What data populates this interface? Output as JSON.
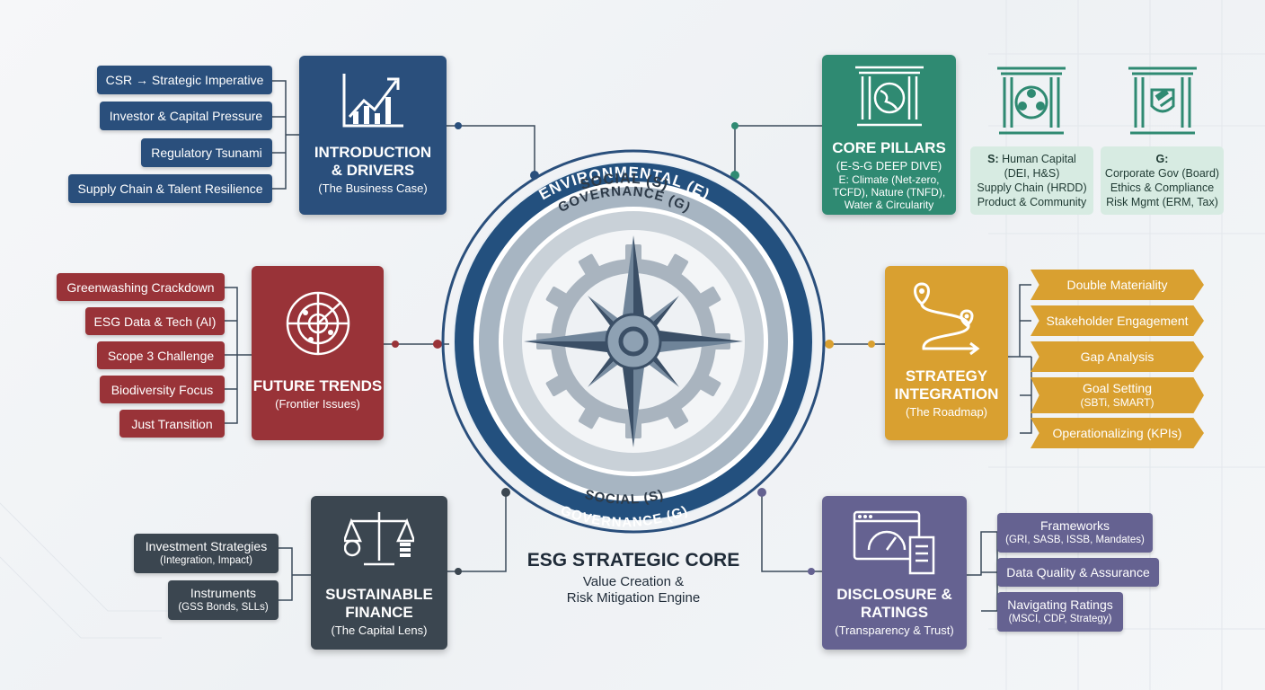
{
  "center": {
    "rings": [
      "ENVIRONMENTAL (E)",
      "SOCIAL (S)",
      "GOVERNANCE (G)",
      "SOCIAL (S)",
      "GOVERNANCE (G)"
    ],
    "title": "ESG STRATEGIC CORE",
    "subtitle_line1": "Value Creation &",
    "subtitle_line2": "Risk Mitigation Engine"
  },
  "intro": {
    "title": "INTRODUCTION\n& DRIVERS",
    "sub": "(The Business Case)",
    "icon": "growth-chart-icon",
    "items": [
      "CSR → Strategic Imperative",
      "Investor & Capital Pressure",
      "Regulatory Tsunami",
      "Supply Chain & Talent Resilience"
    ]
  },
  "trends": {
    "title": "FUTURE TRENDS",
    "sub": "(Frontier Issues)",
    "icon": "radar-icon",
    "items": [
      "Greenwashing Crackdown",
      "ESG Data & Tech (AI)",
      "Scope 3 Challenge",
      "Biodiversity Focus",
      "Just Transition"
    ]
  },
  "finance": {
    "title": "SUSTAINABLE\nFINANCE",
    "sub": "(The Capital Lens)",
    "icon": "balance-scale-icon",
    "items": [
      {
        "main": "Investment Strategies",
        "small": "(Integration, Impact)"
      },
      {
        "main": "Instruments",
        "small": "(GSS Bonds, SLLs)"
      }
    ]
  },
  "pillars": {
    "title": "CORE PILLARS",
    "sub": "(E-S-G DEEP DIVE)",
    "detail": "E: Climate (Net-zero,\nTCFD), Nature (TNFD),\nWater & Circularity",
    "icon": "globe-pillar-icon",
    "social": {
      "label": "S:",
      "text": "Human Capital\n(DEI, H&S)\nSupply Chain (HRDD)\nProduct & Community",
      "icon": "people-pillar-icon"
    },
    "gov": {
      "label": "G:",
      "text": "Corporate Gov (Board)\nEthics & Compliance\nRisk Mgmt (ERM, Tax)",
      "icon": "gavel-pillar-icon"
    }
  },
  "strategy": {
    "title": "STRATEGY\nINTEGRATION",
    "sub": "(The Roadmap)",
    "icon": "roadmap-icon",
    "items": [
      {
        "main": "Double Materiality",
        "small": ""
      },
      {
        "main": "Stakeholder Engagement",
        "small": ""
      },
      {
        "main": "Gap Analysis",
        "small": ""
      },
      {
        "main": "Goal Setting",
        "small": "(SBTi, SMART)"
      },
      {
        "main": "Operationalizing (KPIs)",
        "small": ""
      }
    ]
  },
  "disclosure": {
    "title": "DISCLOSURE &\nRATINGS",
    "sub": "(Transparency & Trust)",
    "icon": "dashboard-report-icon",
    "items": [
      {
        "main": "Frameworks",
        "small": "(GRI, SASB, ISSB, Mandates)"
      },
      {
        "main": "Data Quality & Assurance",
        "small": ""
      },
      {
        "main": "Navigating Ratings",
        "small": "(MSCI, CDP, Strategy)"
      }
    ]
  },
  "colors": {
    "blue": "#2a4f7c",
    "red": "#993338",
    "slate": "#3b4650",
    "green": "#2f8a72",
    "gold": "#d9a030",
    "purple": "#656291"
  }
}
